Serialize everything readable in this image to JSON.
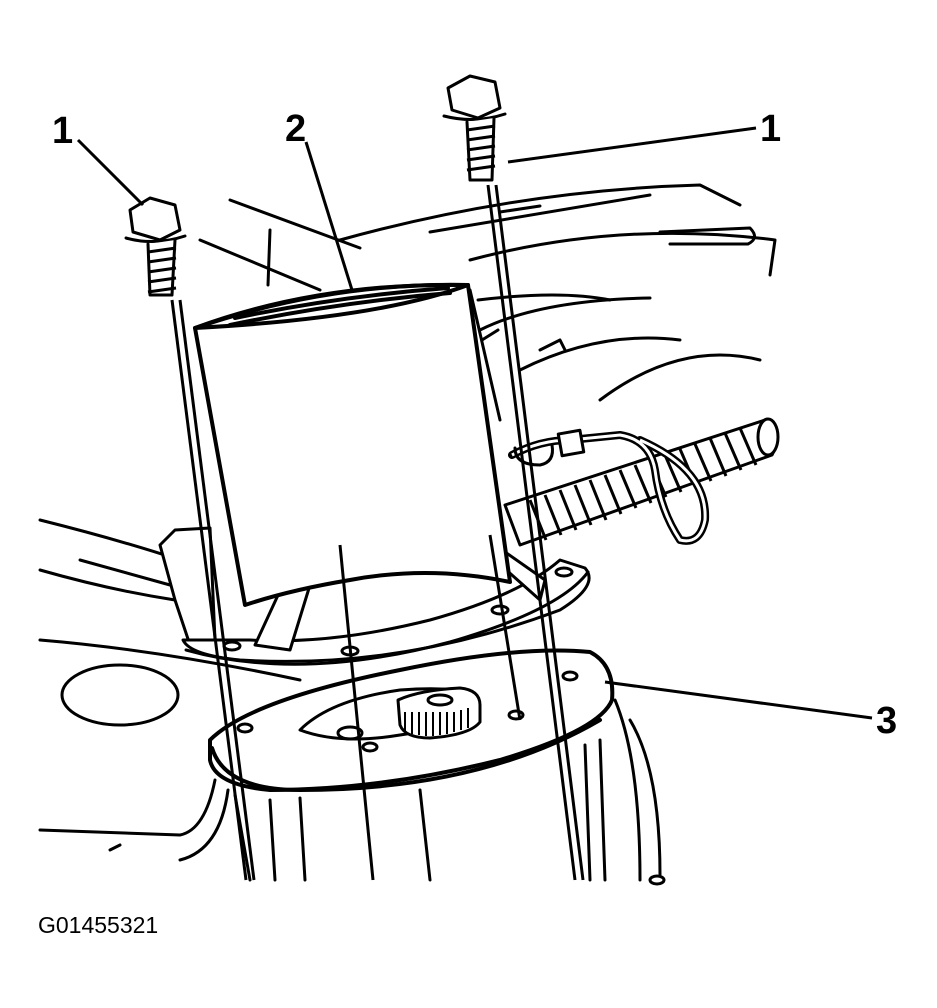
{
  "labels": {
    "bolt_left": "1",
    "bolt_right": "1",
    "shield": "2",
    "strut_mount": "3"
  },
  "figure_id": "G01455321",
  "colors": {
    "ink": "#000000",
    "paper": "#ffffff"
  }
}
